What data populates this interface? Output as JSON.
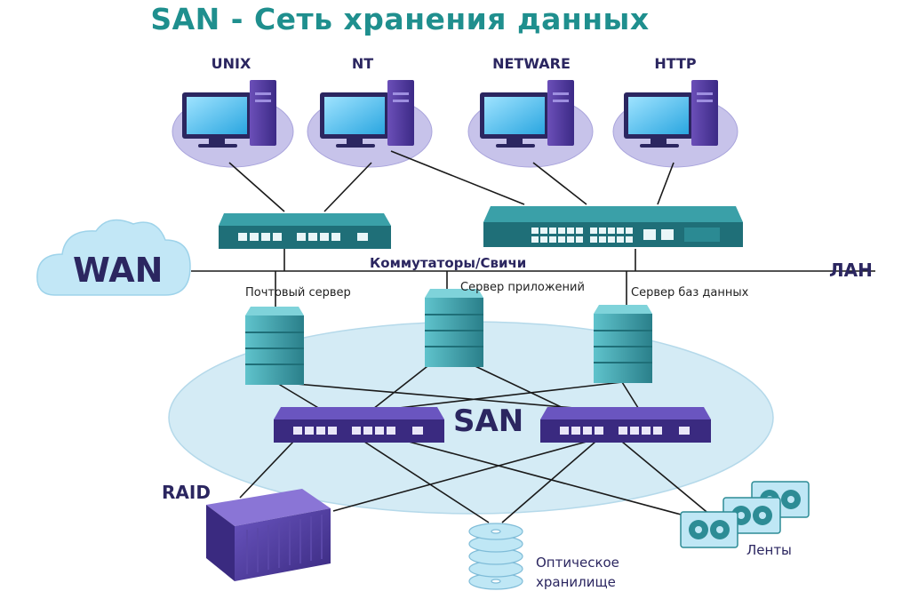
{
  "title": "SAN - Сеть хранения данных",
  "hosts": [
    {
      "label": "UNIX"
    },
    {
      "label": "NT"
    },
    {
      "label": "NETWARE"
    },
    {
      "label": "HTTP"
    }
  ],
  "network": {
    "wan_label": "WAN",
    "lan_label": "ЛАН",
    "switches_label": "Коммутаторы/Свичи",
    "san_label": "SAN"
  },
  "servers": [
    {
      "label": "Почтовый сервер"
    },
    {
      "label": "Сервер приложений"
    },
    {
      "label": "Сервер баз данных"
    }
  ],
  "storage": {
    "raid_label": "RAID",
    "optical_label_line1": "Оптическое",
    "optical_label_line2": "хранилище",
    "tapes_label": "Ленты"
  },
  "colors": {
    "title": "#1f8f8e",
    "text_dark": "#2b2660",
    "teal_device": "#2d8c95",
    "purple_device": "#4a3a8c",
    "san_ellipse": "#cfe8f3",
    "host_disc": "#c7c3ea",
    "cloud": "#bfe6f5"
  }
}
